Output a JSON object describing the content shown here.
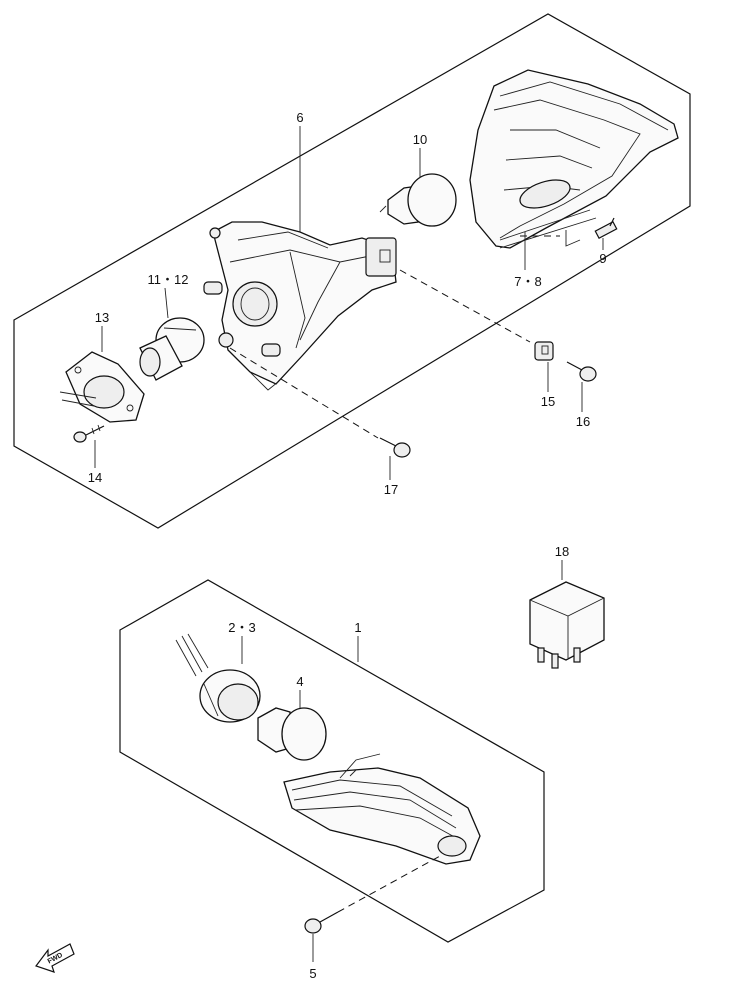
{
  "labels": {
    "p1": "1",
    "p2_3": "2・3",
    "p4": "4",
    "p5": "5",
    "p6": "6",
    "p7_8": "7・8",
    "p9": "9",
    "p10": "10",
    "p11_12": "11・12",
    "p13": "13",
    "p14": "14",
    "p15": "15",
    "p16": "16",
    "p17": "17",
    "p18": "18",
    "fwd": "FWD"
  }
}
